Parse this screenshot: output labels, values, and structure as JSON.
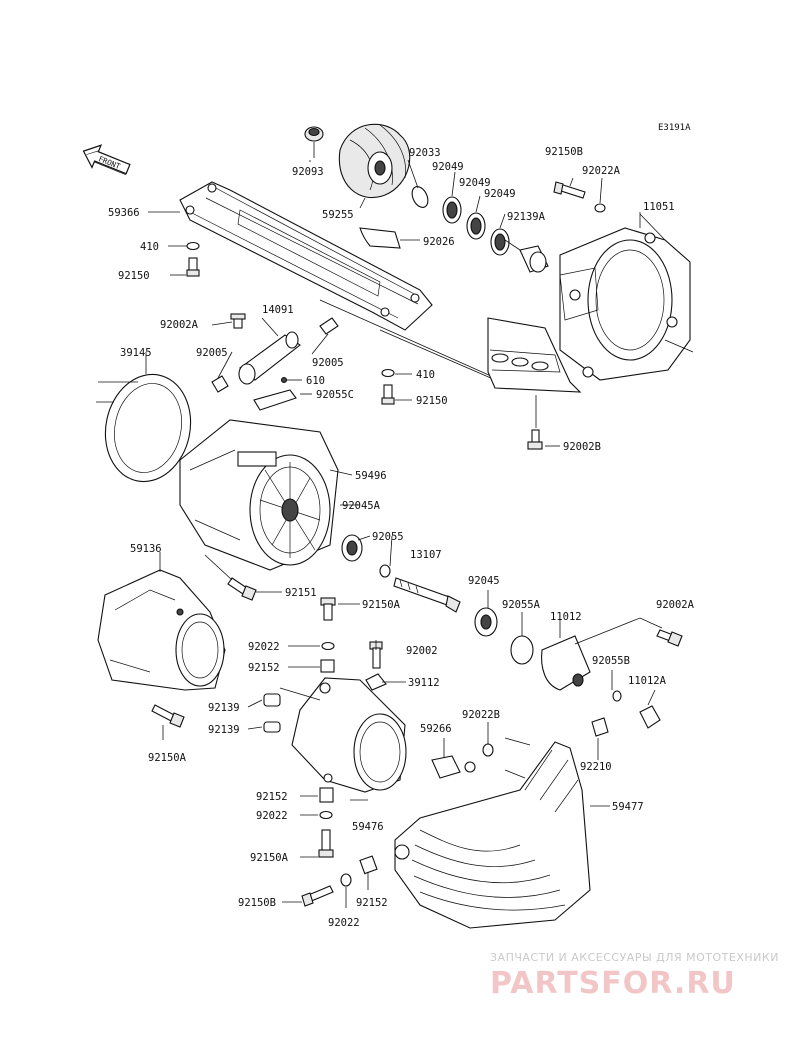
{
  "diagram": {
    "code": "E3191A",
    "front_label": "FRONT",
    "labels": {
      "p92093": "92093",
      "p59255": "59255",
      "p92033": "92033",
      "p92049a": "92049",
      "p92049b": "92049",
      "p92150B_top": "92150B",
      "p92022A": "92022A",
      "p11051": "11051",
      "p92139A": "92139A",
      "p59366": "59366",
      "p410a": "410",
      "p92150a": "92150",
      "p92026": "92026",
      "p92002A_left": "92002A",
      "p14091": "14091",
      "p92005a": "92005",
      "p92005b": "92005",
      "p610": "610",
      "p92055C": "92055C",
      "p410b": "410",
      "p92150b": "92150",
      "p39145": "39145",
      "p92002B": "92002B",
      "p59496": "59496",
      "p92045A": "92045A",
      "p92055": "92055",
      "p13107": "13107",
      "p59136": "59136",
      "p92151": "92151",
      "p92045": "92045",
      "p92055A": "92055A",
      "p11012": "11012",
      "p92002A_right": "92002A",
      "p92150A_mid": "92150A",
      "p92022a": "92022",
      "p92002": "92002",
      "p92152a": "92152",
      "p39112": "39112",
      "p92055B": "92055B",
      "p11012A": "11012A",
      "p92139a": "92139",
      "p92139b": "92139",
      "p92150A_left": "92150A",
      "p59266": "59266",
      "p92022B": "92022B",
      "p92210": "92210",
      "p92152b": "92152",
      "p92022b": "92022",
      "p59476": "59476",
      "p59477": "59477",
      "p92150A_low": "92150A",
      "p92150B_low": "92150B",
      "p92022c": "92022",
      "p92152c": "92152"
    }
  },
  "watermark": {
    "tagline": "ЗАПЧАСТИ И АКСЕССУАРЫ ДЛЯ МОТОТЕХНИКИ",
    "brand": "PARTSFOR.RU",
    "color": "#e8a0a0"
  }
}
